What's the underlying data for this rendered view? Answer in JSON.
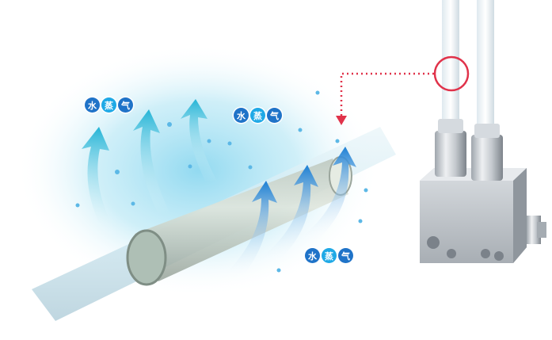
{
  "steam_labels": [
    {
      "chars": [
        "水",
        "蒸",
        "气"
      ]
    },
    {
      "chars": [
        "水",
        "蒸",
        "气"
      ]
    },
    {
      "chars": [
        "水",
        "蒸",
        "气"
      ]
    }
  ],
  "colors": {
    "label_dark": "#1f73c8",
    "label_light": "#1fa9e6",
    "arrow_cyan": "#27b9d8",
    "indicator_red": "#e0324a",
    "valve_gray": "#c7ccd1",
    "tube_clear": "#e9f3f7"
  },
  "icons": [
    "steam-arrow-icon",
    "valve-fitting-icon",
    "indicator-circle-icon"
  ]
}
